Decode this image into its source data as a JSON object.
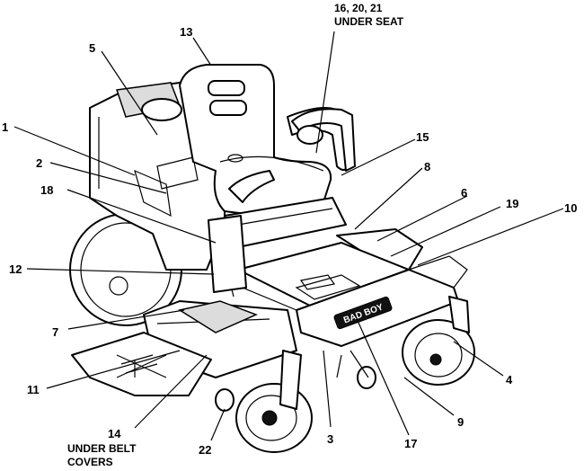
{
  "callouts": {
    "c1": "1",
    "c2": "2",
    "c3": "3",
    "c4": "4",
    "c5": "5",
    "c6": "6",
    "c7": "7",
    "c8": "8",
    "c9": "9",
    "c10": "10",
    "c11": "11",
    "c12": "12",
    "c13": "13",
    "c14": "14",
    "c15": "15",
    "c17": "17",
    "c18": "18",
    "c19": "19",
    "c22": "22"
  },
  "notes": {
    "under_seat_numbers": "16, 20, 21",
    "under_seat_label": "UNDER SEAT",
    "under_belt_line1": "UNDER BELT",
    "under_belt_line2": "COVERS"
  },
  "brand_plate": "BAD BOY"
}
